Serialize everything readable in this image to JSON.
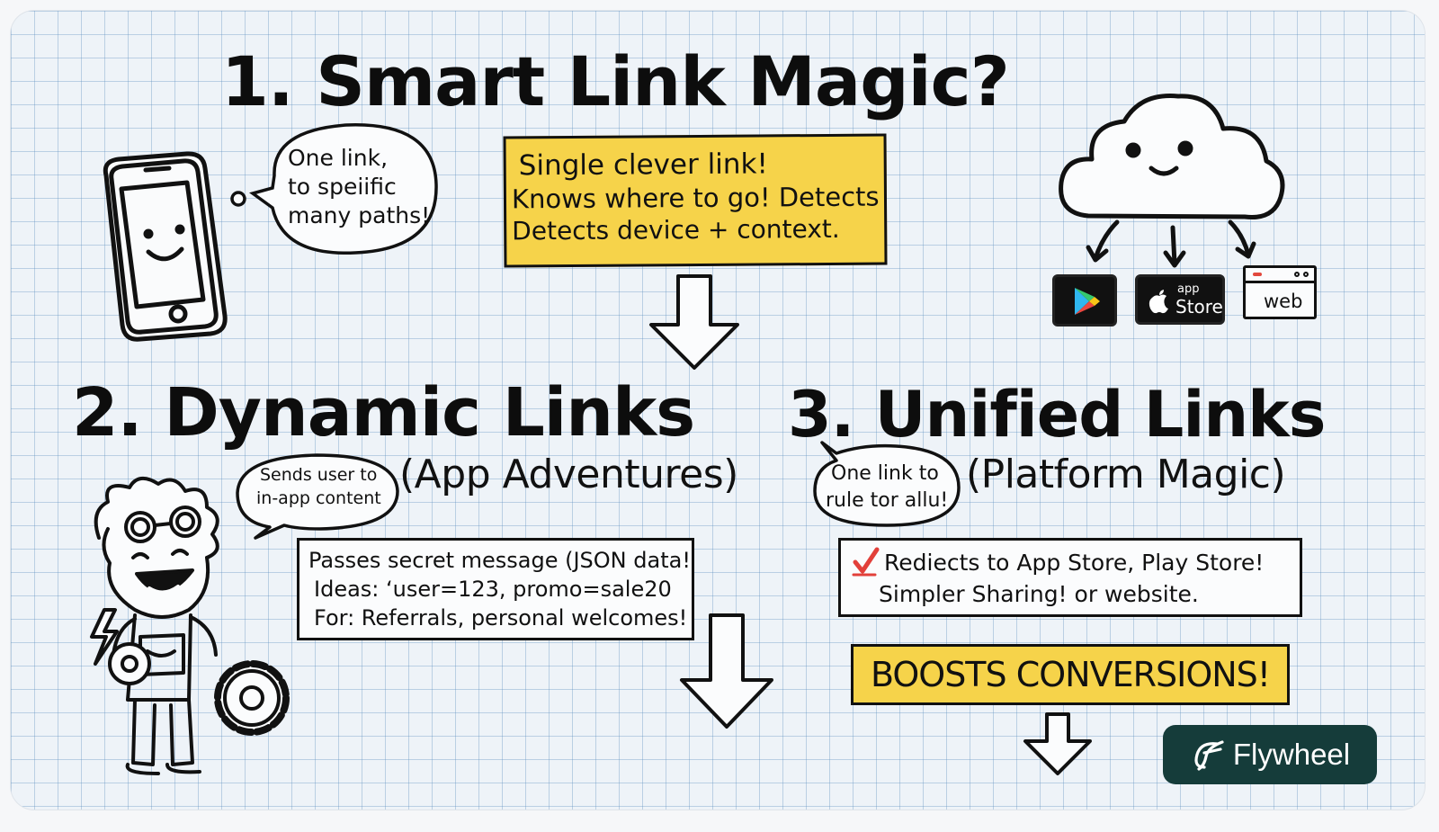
{
  "section1": {
    "title": "1. Smart Link Magic?",
    "bubble": [
      "One link,",
      "to speiific",
      "many paths!"
    ],
    "note": [
      "Single clever link!",
      "Knows where to go! Detects",
      "Detects device + context."
    ],
    "stores": {
      "app_small": "app",
      "app_big": "Store",
      "web": "web"
    }
  },
  "section2": {
    "title": "2. Dynamic Links",
    "subtitle": "(App Adventures)",
    "bubble": [
      "Sends user to",
      "in-app content"
    ],
    "note": [
      "Passes secret message (JSON data!",
      "Ideas: ‘user=123, promo=sale20",
      "For: Referrals, personal welcomes!"
    ]
  },
  "section3": {
    "title": "3. Unified Links",
    "subtitle": "(Platform Magic)",
    "bubble": [
      "One link to",
      "rule tor allu!"
    ],
    "note": [
      "Rediects to App Store, Play Store!",
      "Simpler Sharing! or website."
    ],
    "cta": "BOOSTS CONVERSIONS!"
  },
  "brand": {
    "name": "Flywheel"
  },
  "colors": {
    "yellow": "#f6d34a",
    "brand_bg": "#153c3a",
    "grid": "#a9c4de"
  }
}
